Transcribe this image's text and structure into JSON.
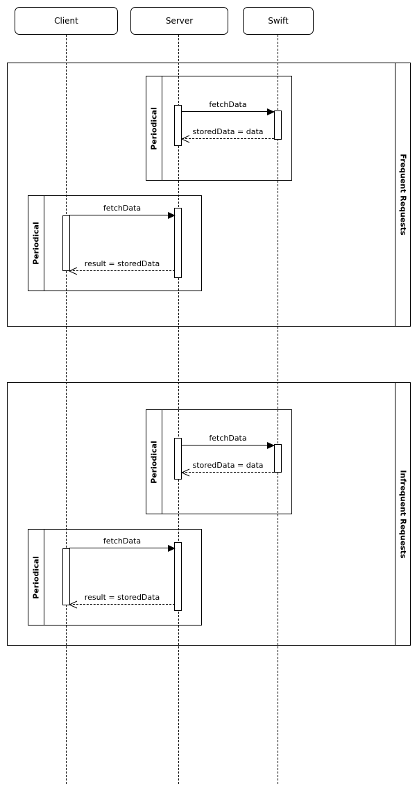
{
  "diagram": {
    "type": "uml-sequence",
    "colors": {
      "stroke": "#000000",
      "background": "#ffffff"
    },
    "participants": [
      {
        "label": "Client"
      },
      {
        "label": "Server"
      },
      {
        "label": "Swift"
      }
    ],
    "frames": [
      {
        "label": "Frequent Requests",
        "fragments": [
          {
            "label": "Periodical",
            "messages": [
              {
                "text": "fetchData",
                "type": "sync",
                "from": "Server",
                "to": "Swift"
              },
              {
                "text": "storedData = data",
                "type": "return",
                "from": "Swift",
                "to": "Server"
              }
            ]
          },
          {
            "label": "Periodical",
            "messages": [
              {
                "text": "fetchData",
                "type": "sync",
                "from": "Client",
                "to": "Server"
              },
              {
                "text": "result = storedData",
                "type": "return",
                "from": "Server",
                "to": "Client"
              }
            ]
          }
        ]
      },
      {
        "label": "Infrequent Requests",
        "fragments": [
          {
            "label": "Periodical",
            "messages": [
              {
                "text": "fetchData",
                "type": "sync",
                "from": "Server",
                "to": "Swift"
              },
              {
                "text": "storedData = data",
                "type": "return",
                "from": "Swift",
                "to": "Server"
              }
            ]
          },
          {
            "label": "Periodical",
            "messages": [
              {
                "text": "fetchData",
                "type": "sync",
                "from": "Client",
                "to": "Server"
              },
              {
                "text": "result = storedData",
                "type": "return",
                "from": "Server",
                "to": "Client"
              }
            ]
          }
        ]
      }
    ]
  }
}
